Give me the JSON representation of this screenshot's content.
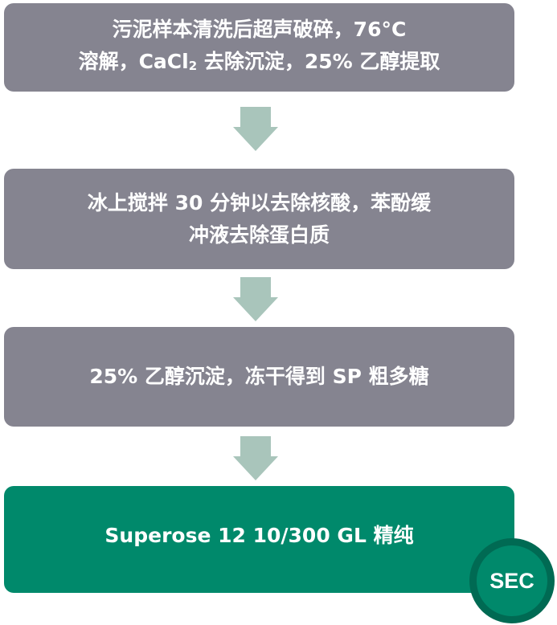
{
  "steps": [
    {
      "line1": "污泥样本清洗后超声破碎，76°C",
      "line2a": "溶解，CaCl",
      "line2sub": "2",
      "line2b": " 去除沉淀，25% 乙醇提取"
    },
    {
      "line1": "冰上搅拌 30 分钟以去除核酸，苯酚缓",
      "line2": "冲液去除蛋白质"
    },
    {
      "line1": "25% 乙醇沉淀，冻干得到 SP 粗多糖"
    },
    {
      "line1": "Superose 12 10/300 GL 精纯"
    }
  ],
  "badge": "SEC",
  "colors": {
    "step_gray": "#858490",
    "step_green": "#00896b",
    "arrow": "#a9c5bb",
    "badge_ring": "#006a53"
  }
}
